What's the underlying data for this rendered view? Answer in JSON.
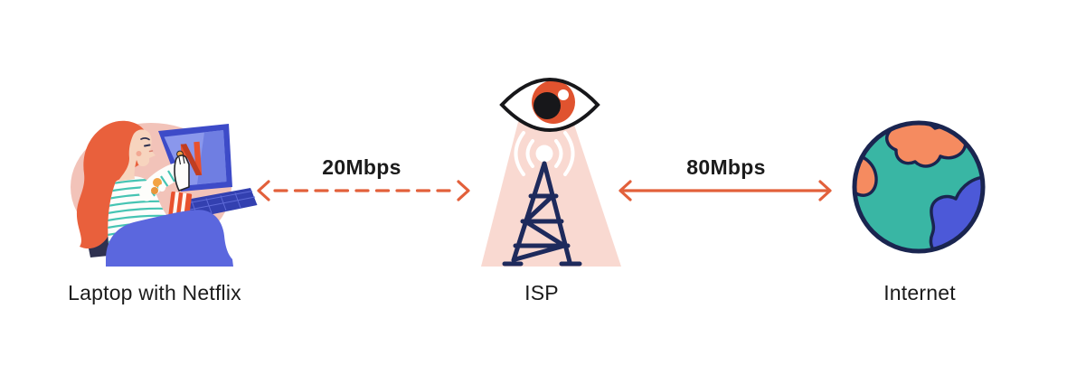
{
  "diagram": {
    "topic": "ISP bandwidth throttling of Netflix traffic",
    "nodes": [
      {
        "id": "laptop-netflix",
        "label": "Laptop with Netflix",
        "illustration": "woman-watching-netflix-on-laptop"
      },
      {
        "id": "isp",
        "label": "ISP",
        "illustration": "surveillance-eye-over-radio-tower"
      },
      {
        "id": "internet",
        "label": "Internet",
        "illustration": "globe"
      }
    ],
    "links": [
      {
        "from": "laptop-netflix",
        "to": "isp",
        "label": "20Mbps",
        "line_style": "dashed",
        "direction": "bidirectional"
      },
      {
        "from": "isp",
        "to": "internet",
        "label": "80Mbps",
        "line_style": "solid",
        "direction": "bidirectional"
      }
    ],
    "colors": {
      "background": "#FFFFFF",
      "arrow_orange": "#E2603B",
      "label_text": "#1B1B1B",
      "backdrop_pink": "#F2C3B9",
      "cone_pink": "#F9D9D1",
      "tower_navy": "#1E2A5C",
      "laptop_blue": "#3D4BC8",
      "screen_blue": "#8A97EC",
      "netflix_red": "#E8512E",
      "hair_orange": "#E9603C",
      "armchair_blue": "#5B67DE",
      "chair_back_navy": "#2E3150",
      "shirt_stripe_teal": "#45C4B3",
      "skin": "#F7D4BE",
      "iris_orange": "#E0532F",
      "globe_teal": "#39B6A4",
      "globe_orange": "#F58B60",
      "globe_land_blue": "#4C59D8",
      "globe_outline": "#1A2550"
    }
  }
}
